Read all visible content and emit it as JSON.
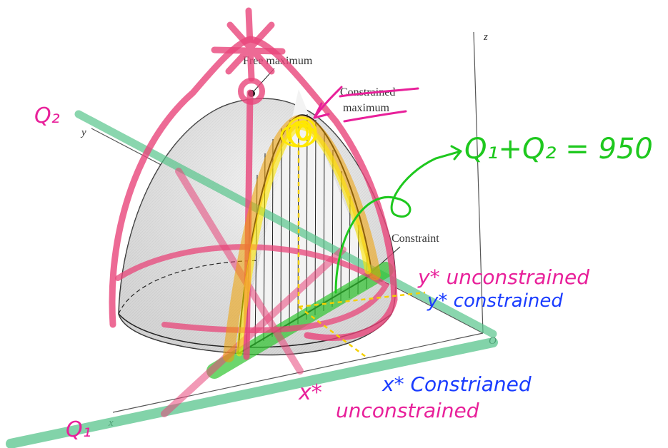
{
  "figure": {
    "axes": {
      "x": "x",
      "y": "y",
      "z": "z",
      "origin": "O"
    },
    "labels": {
      "free_maximum": "Free maximum",
      "constrained_maximum_line1": "Constrained",
      "constrained_maximum_line2": "maximum",
      "constraint": "Constraint"
    }
  },
  "annotations": {
    "q1_axis": "Q₁",
    "q2_axis": "Q₂",
    "constraint_equation": "Q₁+Q₂ = 950",
    "y_unconstrained": "y* unconstrained",
    "y_constrained": "y* constrained",
    "x_unconstrained_1": "x*",
    "x_unconstrained_2": "unconstrained",
    "x_constrained": "x* Constrianed"
  },
  "colors": {
    "highlight_pink": "#e8457a",
    "highlight_green": "#58c48c",
    "highlight_yellow": "#ffe800",
    "highlight_orange": "#f0a000",
    "pen_green": "#1ec81e",
    "pen_blue": "#1a3cff",
    "pen_magenta": "#e8209a",
    "dashed_yellow": "#f5d000"
  }
}
